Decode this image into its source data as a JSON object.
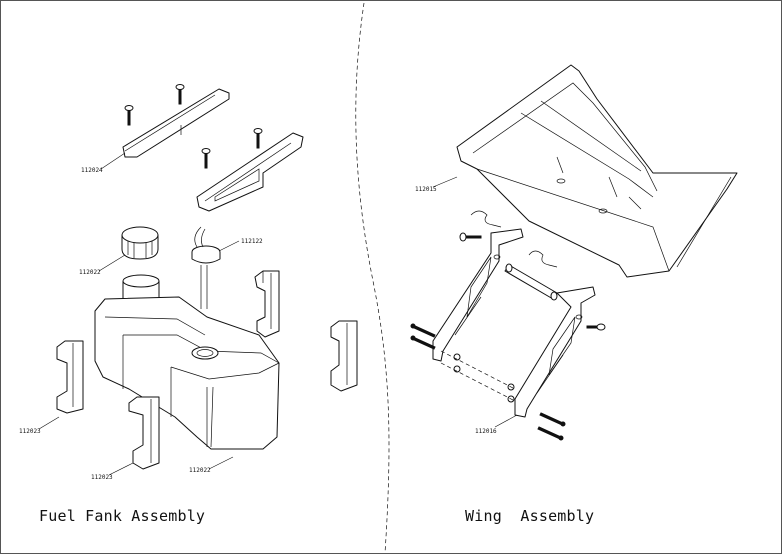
{
  "sections": {
    "left_title": "Fuel Fank Assembly",
    "right_title": "Wing  Assembly"
  },
  "part_numbers": {
    "p112024": "112024",
    "p112022_cap": "112022",
    "p112122": "112122",
    "p112023_left": "112023",
    "p112023_mid": "112023",
    "p112022_tank": "112022",
    "p112015": "112015",
    "p112016": "112016"
  }
}
